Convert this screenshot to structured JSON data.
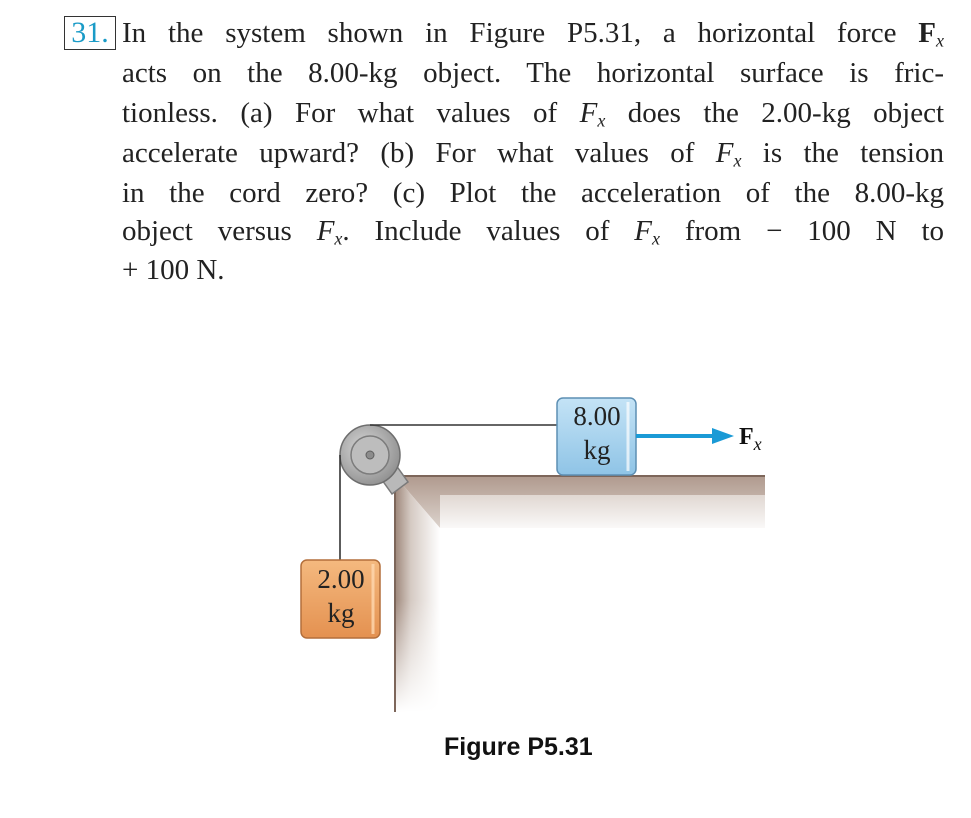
{
  "problem": {
    "number": "31.",
    "line1": {
      "a": "In the system shown in Figure P5.31, a horizontal force ",
      "F": "F",
      "sub": "x"
    },
    "line2": "acts on the 8.00-kg object. The horizontal surface is fric-",
    "line3": {
      "a": "tionless. (a) For what values of ",
      "F": "F",
      "sub": "x",
      "b": " does the 2.00-kg object"
    },
    "line4": {
      "a": "accelerate upward? (b) For what values of ",
      "F": "F",
      "sub": "x",
      "b": " is the tension"
    },
    "line5": "in the cord zero? (c) Plot the acceleration of the 8.00-kg",
    "line6": {
      "a": "object versus ",
      "F": "F",
      "sub": "x",
      "b": ". Include values of ",
      "F2": "F",
      "sub2": "x",
      "c": " from − 100 N to"
    },
    "line7": "+ 100 N."
  },
  "figure": {
    "block_8kg": {
      "line1": "8.00",
      "line2": "kg"
    },
    "block_2kg": {
      "line1": "2.00",
      "line2": "kg"
    },
    "force_label": "F",
    "force_sub": "x",
    "caption": "Figure P5.31",
    "colors": {
      "block_8kg": "#a9d3ee",
      "block_2kg": "#f0a868",
      "arrow": "#1a9ad6",
      "surface": "#a68f83",
      "pulley": "#9a9a9a"
    }
  }
}
